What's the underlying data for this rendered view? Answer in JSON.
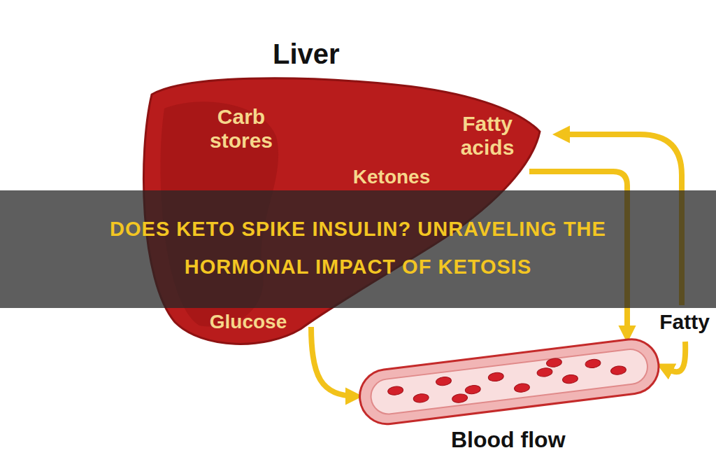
{
  "diagram": {
    "title": "DOES KETO SPIKE INSULIN? UNRAVELING THE HORMONAL IMPACT OF KETOSIS",
    "nodes": [
      {
        "text": [
          "Liver"
        ]
      },
      {
        "text": [
          "Blood flow"
        ]
      }
    ],
    "edges": [
      {
        "from": 0,
        "to": 1,
        "arrow": "to"
      },
      {
        "from": 0,
        "to": 1,
        "arrow": "to"
      }
    ],
    "labels": [
      "Carb stores",
      "Fatty acids",
      "Ketones",
      "Glucose",
      "Fatty"
    ]
  }
}
